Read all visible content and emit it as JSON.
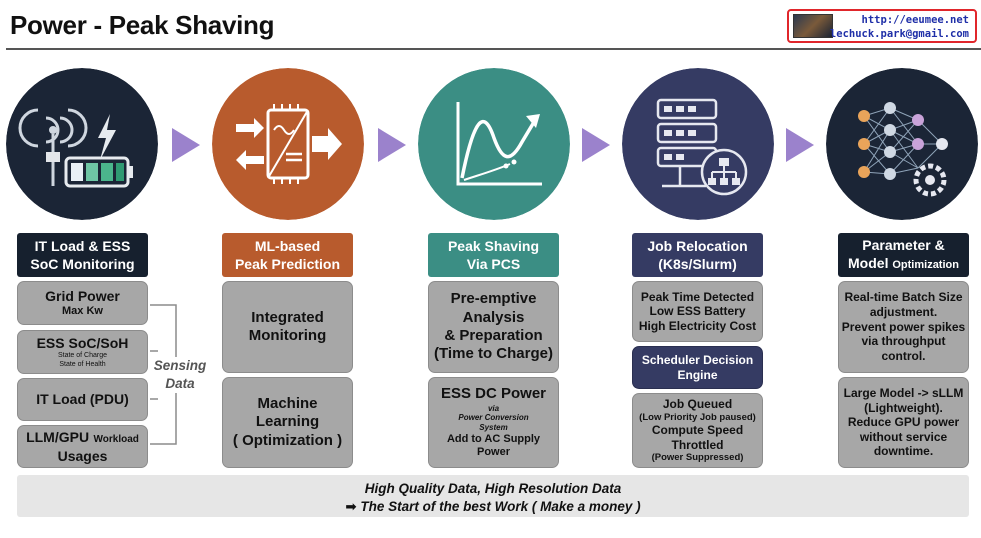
{
  "title": "Power - Peak Shaving",
  "contact": {
    "url": "http://eeumee.net",
    "email": "lechuck.park@gmail.com"
  },
  "colors": {
    "dark_circle": "#1b2536",
    "orange": "#b85b2d",
    "teal": "#3b8e84",
    "navy": "#353b63",
    "arrow": "#9b82cc",
    "card_gray": "#a7a7a7"
  },
  "icons": [
    "sensor-battery-icon",
    "power-converter-icon",
    "growth-chart-icon",
    "server-network-icon",
    "neural-network-icon"
  ],
  "columns": [
    {
      "header": [
        "IT Load & ESS",
        "SoC Monitoring"
      ],
      "header_color": "#16202e",
      "cards": [
        {
          "title": "Grid Power",
          "sub": "Max Kw"
        },
        {
          "title": "ESS SoC/SoH",
          "sub1": "State of Charge",
          "sub2": "State of Health"
        },
        {
          "title": "IT Load (PDU)"
        },
        {
          "title": "LLM/GPU",
          "title_small": "Workload",
          "title2": "Usages"
        }
      ],
      "bracket_label": [
        "Sensing",
        "Data"
      ]
    },
    {
      "header": [
        "ML-based",
        "Peak Prediction"
      ],
      "header_color": "#b85b2d",
      "cards": [
        {
          "lines": [
            "Integrated",
            "Monitoring"
          ]
        },
        {
          "lines": [
            "Machine",
            "Learning",
            "( Optimization )"
          ]
        }
      ]
    },
    {
      "header": [
        "Peak Shaving",
        "Via PCS"
      ],
      "header_color": "#3b8e84",
      "cards": [
        {
          "lines": [
            "Pre-emptive",
            "Analysis",
            "& Preparation",
            "(Time to Charge)"
          ]
        },
        {
          "title": "ESS DC Power",
          "via": [
            "via",
            "Power Conversion",
            "System"
          ],
          "footer": "Add to AC Supply Power"
        }
      ]
    },
    {
      "header": [
        "Job Relocation",
        "(K8s/Slurm)"
      ],
      "header_color": "#353b63",
      "cards": [
        {
          "lines": [
            "Peak Time Detected",
            "Low ESS Battery",
            "High Electricity Cost"
          ]
        },
        {
          "lines": [
            "Scheduler Decision",
            "Engine"
          ]
        },
        {
          "title": "Job Queued",
          "note": "(Low Priority Job paused)",
          "lines": [
            "Compute Speed",
            "Throttled"
          ],
          "note2": "(Power Suppressed)"
        }
      ]
    },
    {
      "header": [
        "Parameter &",
        "Model",
        "Optimization"
      ],
      "header_color": "#16202e",
      "cards": [
        {
          "lines": [
            "Real-time Batch Size",
            "adjustment.",
            "Prevent power spikes",
            "via throughput",
            "control."
          ]
        },
        {
          "lines": [
            "Large Model -> sLLM",
            "(Lightweight).",
            "Reduce GPU power",
            "without service",
            "downtime."
          ]
        }
      ]
    }
  ],
  "footer": {
    "line1": "High Quality Data, High Resolution Data",
    "line2": "➡ The Start of the best Work ( Make a money )"
  }
}
